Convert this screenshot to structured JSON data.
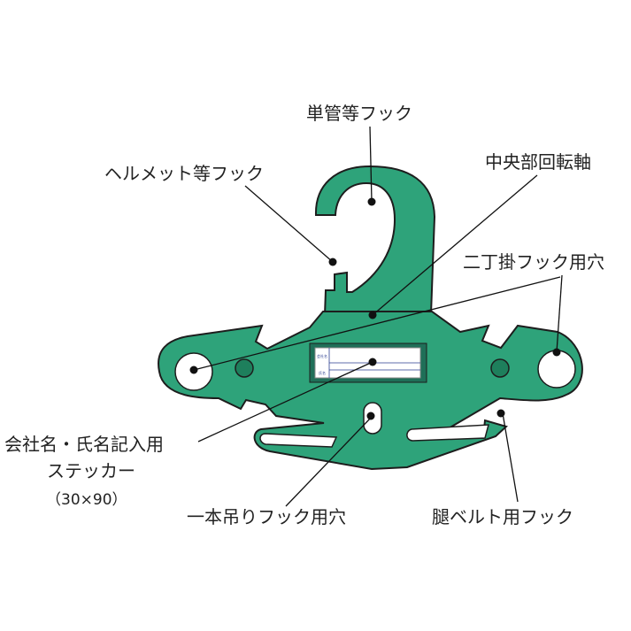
{
  "colors": {
    "body": "#2ea37a",
    "outline": "#1d1d1d",
    "hole": "#ffffff",
    "rivet": "#1e7f5c",
    "sticker_frame": "#1f6f58",
    "sticker_lines": "#2a3d8f",
    "leader": "#111111"
  },
  "labels": {
    "single_pipe_hook": "単管等フック",
    "helmet_hook": "ヘルメット等フック",
    "center_rotation_axis": "中央部回転軸",
    "double_hanging_hook_hole": "二丁掛フック用穴",
    "sticker_line1": "会社名・氏名記入用",
    "sticker_line2": "ステッカー",
    "sticker_line3": "（30×90）",
    "single_hanging_hook_hole": "一本吊りフック用穴",
    "thigh_belt_hook": "腿ベルト用フック"
  },
  "sticker": {
    "field1": "会社名",
    "field2": "氏名"
  }
}
